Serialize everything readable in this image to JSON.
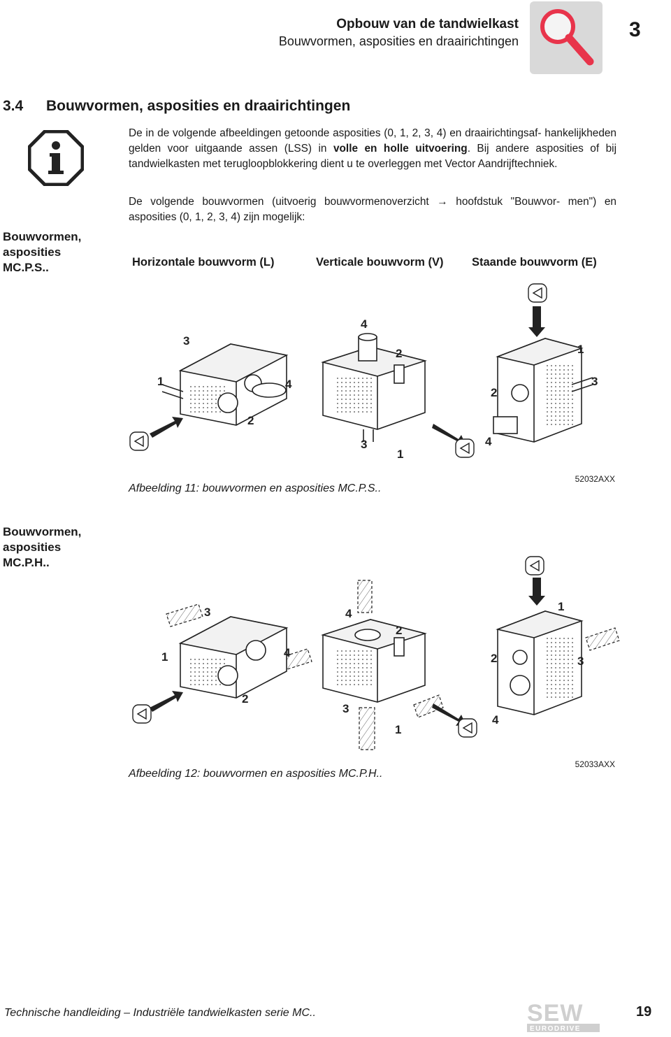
{
  "header": {
    "title": "Opbouw van de tandwielkast",
    "subtitle": "Bouwvormen, asposities en draairichtingen",
    "chapter": "3",
    "icon": "magnifier-icon"
  },
  "section": {
    "number": "3.4",
    "title": "Bouwvormen, asposities en draairichtingen"
  },
  "info_icon": "info-icon",
  "sidebar_ps": {
    "line1": "Bouwvormen,",
    "line2": "asposities",
    "line3": "MC.P.S.."
  },
  "sidebar_ph": {
    "line1": "Bouwvormen,",
    "line2": "asposities",
    "line3": "MC.P.H.."
  },
  "para1": {
    "t1": "De in de volgende afbeeldingen getoonde asposities (0, 1, 2, 3, 4) en draairichtingsaf- hankelijkheden gelden voor uitgaande assen (LSS) in ",
    "bold": "volle en holle uitvoering",
    "t2": ". Bij andere asposities of bij tandwielkasten met terugloopblokkering dient u te overleggen met Vector Aandrijftechniek."
  },
  "para2": "De volgende bouwvormen (uitvoerig bouwvormenoverzicht → hoofdstuk \"Bouwvor- men\") en asposities (0, 1, 2, 3, 4) zijn mogelijk:",
  "columns": {
    "horizontal": "Horizontale bouwvorm (L)",
    "vertical": "Verticale bouwvorm (V)",
    "standing": "Staande bouwvorm (E)"
  },
  "fig1": {
    "labels": {
      "h3": "3",
      "h1": "1",
      "h4": "4",
      "h2": "2",
      "v4": "4",
      "v2": "2",
      "v3": "3",
      "v1": "1",
      "e1": "1",
      "e2": "2",
      "e3": "3",
      "e4": "4"
    },
    "caption": "Afbeelding 11: bouwvormen en asposities MC.P.S..",
    "code": "52032AXX"
  },
  "fig2": {
    "labels": {
      "h3": "3",
      "h1": "1",
      "h4": "4",
      "h2": "2",
      "v4": "4",
      "v2": "2",
      "v3": "3",
      "v1": "1",
      "e1": "1",
      "e2": "2",
      "e3": "3",
      "e4": "4"
    },
    "caption": "Afbeelding 12: bouwvormen en asposities MC.P.H..",
    "code": "52033AXX"
  },
  "footer": {
    "text": "Technische handleiding – Industriële tandwielkasten serie MC..",
    "page": "19",
    "logo_main": "SEW",
    "logo_sub": "EURODRIVE"
  }
}
